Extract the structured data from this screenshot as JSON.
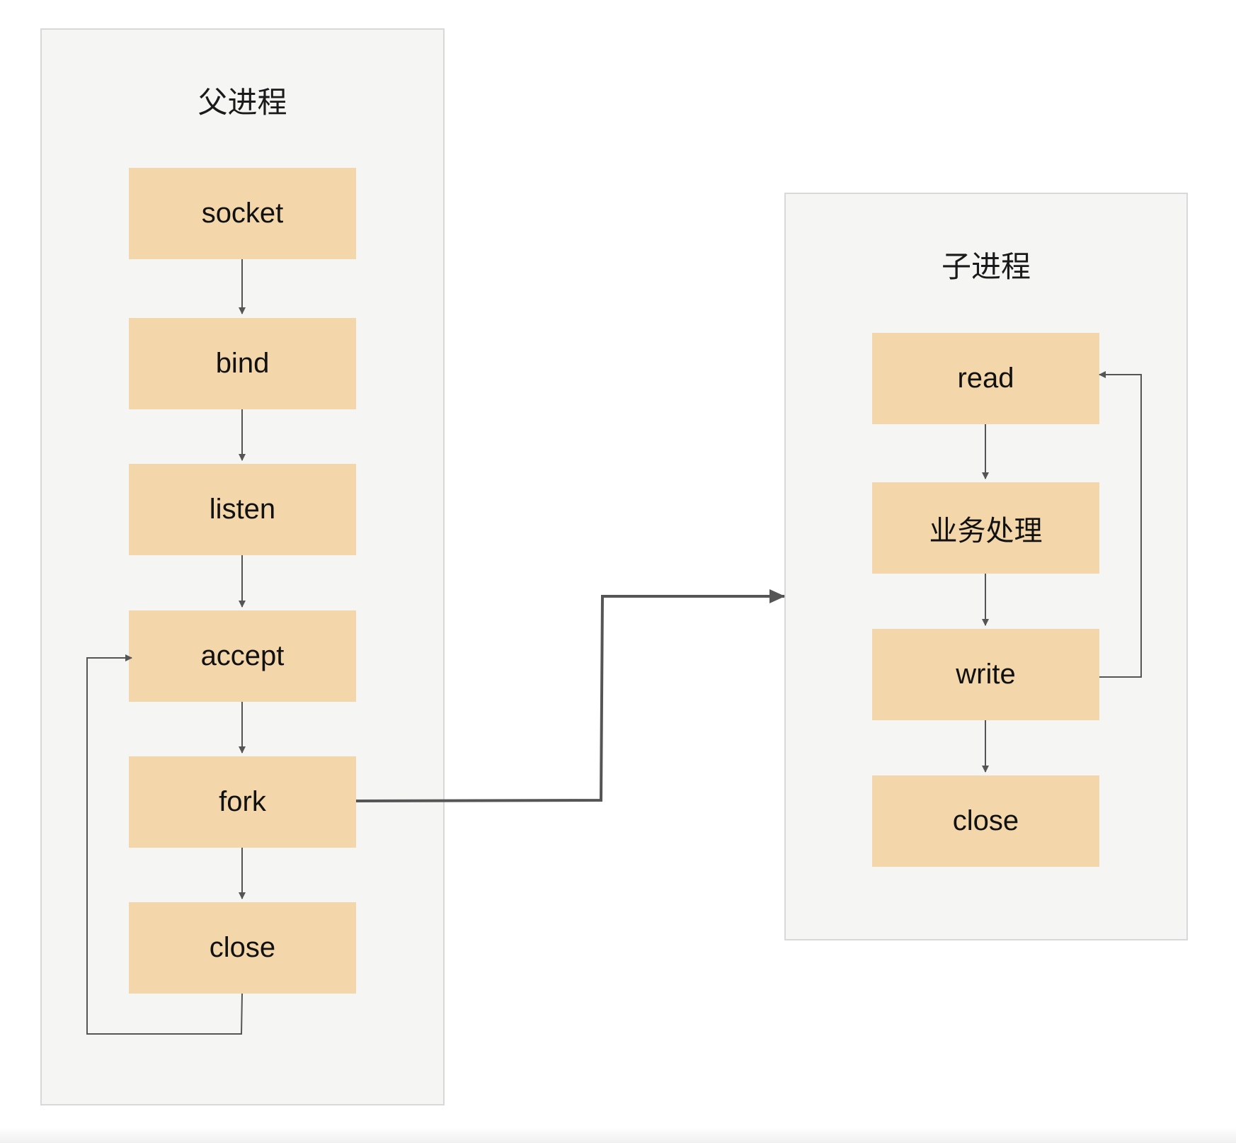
{
  "parent_process": {
    "title": "父进程",
    "steps": [
      "socket",
      "bind",
      "listen",
      "accept",
      "fork",
      "close"
    ]
  },
  "child_process": {
    "title": "子进程",
    "steps": [
      "read",
      "业务处理",
      "write",
      "close"
    ]
  },
  "colors": {
    "panel_bg": "#f5f5f4",
    "panel_border": "#d8d8d8",
    "box_fill": "#f3d7aa",
    "arrow": "#555555"
  }
}
